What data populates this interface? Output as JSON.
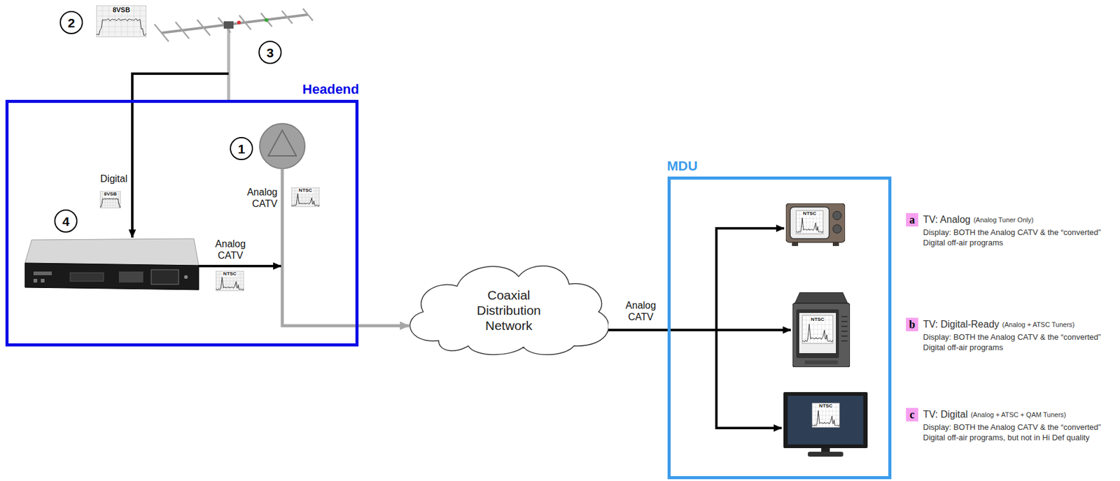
{
  "diagram": {
    "nodes": [
      {
        "text": [
          "8VSB"
        ]
      },
      {
        "text": [
          "Headend"
        ]
      },
      {
        "text": [
          "8VSB"
        ],
        "in": 1
      },
      {
        "text": [
          "NTSC"
        ],
        "in": 1
      },
      {
        "text": [
          "NTSC"
        ],
        "in": 1
      },
      {
        "text": [
          "Coaxial Distribution Network"
        ]
      },
      {
        "text": [
          "MDU"
        ]
      },
      {
        "text": [
          "NTSC"
        ],
        "in": 6
      },
      {
        "text": [
          "NTSC"
        ],
        "in": 6
      },
      {
        "text": [
          "NTSC"
        ],
        "in": 6
      }
    ],
    "edges": [
      {
        "from": 1,
        "to": 5,
        "arrow": "to"
      },
      {
        "from": 5,
        "to": 7,
        "arrow": "to",
        "label": "Analog CATV"
      },
      {
        "from": 5,
        "to": 8,
        "arrow": "to"
      },
      {
        "from": 5,
        "to": 9,
        "arrow": "to"
      }
    ],
    "labels": [
      "2",
      "3",
      "1",
      "Digital",
      "Analog CATV",
      "4",
      "Analog CATV",
      "a",
      "TV: Analog",
      "(Analog Tuner Only)",
      "Display: BOTH the Analog CATV & the “converted” Digital off-air programs",
      "b",
      "TV: Digital-Ready",
      "(Analog + ATSC Tuners)",
      "Display: BOTH the Analog CATV & the “converted” Digital off-air programs",
      "c",
      "TV: Digital",
      "(Analog + ATSC + QAM Tuners)",
      "Display: BOTH the Analog CATV & the “converted” Digital off-air programs, but not in Hi Def quality"
    ]
  }
}
